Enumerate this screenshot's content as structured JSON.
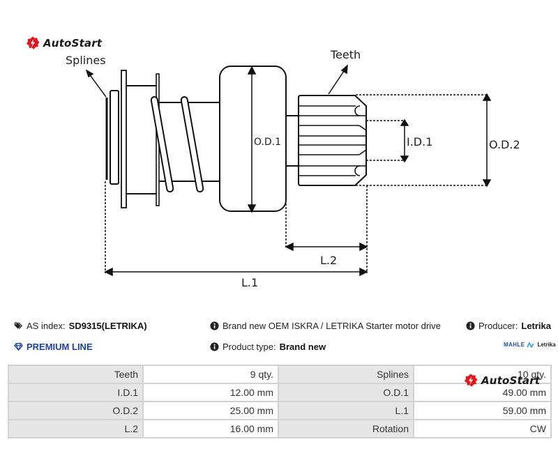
{
  "brand": {
    "name": "AutoStart",
    "accent": "#e0161d"
  },
  "diagram": {
    "labels": {
      "splines": "Splines",
      "teeth": "Teeth",
      "od1": "O.D.1",
      "id1": "I.D.1",
      "od2": "O.D.2",
      "l1": "L.1",
      "l2": "L.2"
    }
  },
  "info": {
    "as_index_label": "AS index:",
    "as_index_value": "SD9315(LETRIKA)",
    "premium_line": "PREMIUM LINE",
    "description": "Brand new OEM ISKRA / LETRIKA Starter motor drive",
    "producer_label": "Producer:",
    "producer_value": "Letrika",
    "product_type_label": "Product type:",
    "product_type_value": "Brand new",
    "manufacturer_logo_left": "MAHLE",
    "manufacturer_logo_right": "Letrika",
    "premium_color": "#1d3fa8"
  },
  "specs": {
    "rows": [
      [
        {
          "label": "Teeth",
          "value": "9 qty."
        },
        {
          "label": "Splines",
          "value": "10 qty."
        }
      ],
      [
        {
          "label": "I.D.1",
          "value": "12.00 mm"
        },
        {
          "label": "O.D.1",
          "value": "49.00 mm"
        }
      ],
      [
        {
          "label": "O.D.2",
          "value": "25.00 mm"
        },
        {
          "label": "L.1",
          "value": "59.00 mm"
        }
      ],
      [
        {
          "label": "L.2",
          "value": "16.00 mm"
        },
        {
          "label": "Rotation",
          "value": "CW"
        }
      ]
    ]
  }
}
